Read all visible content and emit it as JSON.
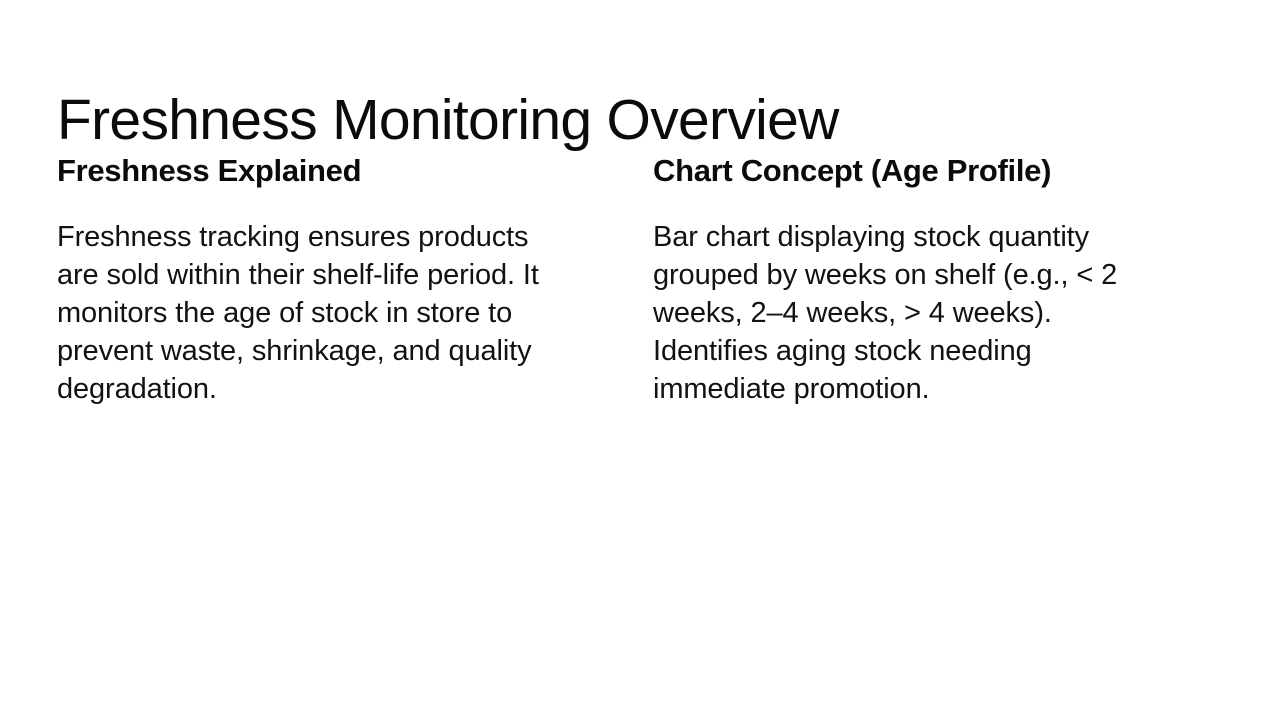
{
  "slide": {
    "title": "Freshness Monitoring Overview",
    "background_color": "#ffffff",
    "text_color": "#0b0b0b",
    "columns": [
      {
        "heading": "Freshness Explained",
        "body": "Freshness tracking ensures products are sold within their shelf-life period. It monitors the age of stock in store to prevent waste, shrinkage, and quality degradation."
      },
      {
        "heading": "Chart Concept (Age Profile)",
        "body": "Bar chart displaying stock quantity grouped by weeks on shelf (e.g., < 2 weeks, 2–4 weeks, > 4 weeks). Identifies aging stock needing immediate promotion."
      }
    ]
  }
}
